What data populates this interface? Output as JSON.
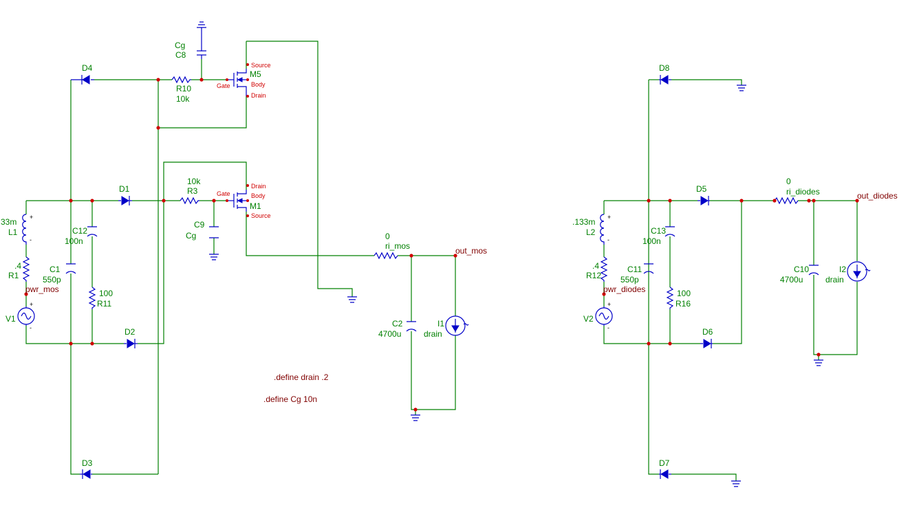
{
  "colors": {
    "wire": "#008000",
    "component": "#0000c8",
    "junction": "#d00000",
    "net_label": "#800000",
    "component_label": "#008000"
  },
  "left": {
    "d4": {
      "name": "D4"
    },
    "d1": {
      "name": "D1"
    },
    "d2": {
      "name": "D2"
    },
    "d3": {
      "name": "D3"
    },
    "cg": {
      "value": "Cg",
      "name": "C8"
    },
    "r10": {
      "name": "R10",
      "value": "10k"
    },
    "m5": {
      "name": "M5",
      "pin_source": "Source",
      "pin_body": "Body",
      "pin_drain": "Drain",
      "pin_gate": "Gate"
    },
    "m1": {
      "name": "M1",
      "pin_source": "Source",
      "pin_body": "Body",
      "pin_drain": "Drain",
      "pin_gate": "Gate"
    },
    "r3": {
      "name": "R3",
      "value": "10k"
    },
    "c9": {
      "name": "C9",
      "value": "Cg"
    },
    "l1": {
      "name": "L1",
      "value": "33m"
    },
    "r1": {
      "name": "R1",
      "value": ".4"
    },
    "c12": {
      "name": "C12",
      "value": "100n"
    },
    "c1": {
      "name": "C1",
      "value": "550p"
    },
    "r11": {
      "name": "R11",
      "value": "100"
    },
    "v1": {
      "name": "V1"
    },
    "net_pwr": "pwr_mos",
    "ri": {
      "name": "ri_mos",
      "value": "0"
    },
    "net_out": "out_mos",
    "c2": {
      "name": "C2",
      "value": "4700u"
    },
    "i1": {
      "name": "I1",
      "value": "drain"
    }
  },
  "right": {
    "d8": {
      "name": "D8"
    },
    "d5": {
      "name": "D5"
    },
    "d6": {
      "name": "D6"
    },
    "d7": {
      "name": "D7"
    },
    "l2": {
      "name": "L2",
      "value": ".133m"
    },
    "r12": {
      "name": "R12",
      "value": ".4"
    },
    "c13": {
      "name": "C13",
      "value": "100n"
    },
    "c11": {
      "name": "C11",
      "value": "550p"
    },
    "r16": {
      "name": "R16",
      "value": "100"
    },
    "v2": {
      "name": "V2"
    },
    "net_pwr": "pwr_diodes",
    "ri": {
      "name": "ri_diodes",
      "value": "0"
    },
    "net_out": "out_diodes",
    "c10": {
      "name": "C10",
      "value": "4700u"
    },
    "i2": {
      "name": "I2",
      "value": "drain"
    }
  },
  "directives": {
    "drain": ".define drain .2",
    "cg": ".define Cg 10n"
  }
}
